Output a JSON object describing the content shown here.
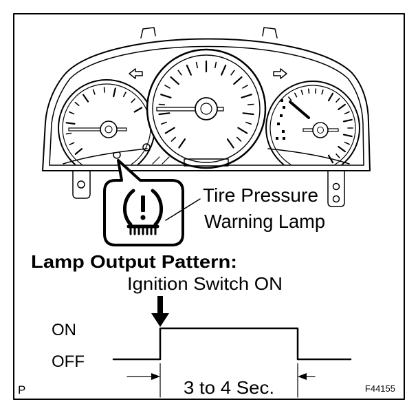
{
  "colors": {
    "ink": "#000000",
    "paper": "#ffffff"
  },
  "cluster": {
    "icon": "instrument-cluster-illustration",
    "lamp_location_icon": "tire-pressure-lamp-location-icon",
    "turn_left_icon": "turn-signal-left-icon",
    "turn_right_icon": "turn-signal-right-icon"
  },
  "callout": {
    "icon": "tire-pressure-warning-icon",
    "label_line1": "Tire Pressure",
    "label_line2": "Warning Lamp"
  },
  "pattern": {
    "heading": "Lamp Output Pattern:",
    "trigger_label": "Ignition Switch ON",
    "trigger_icon": "down-arrow-icon",
    "level_on": "ON",
    "level_off": "OFF",
    "duration_label": "3 to 4 Sec."
  },
  "footer": {
    "left_mark": "P",
    "figure_id": "F44155"
  }
}
